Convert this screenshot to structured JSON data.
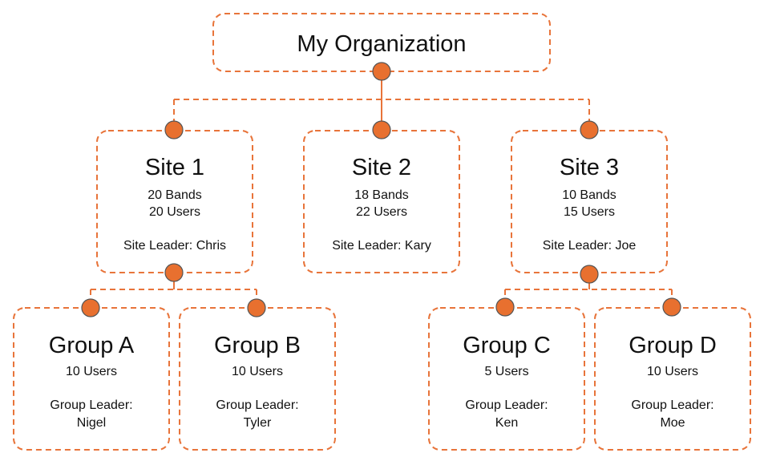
{
  "colors": {
    "accent": "#e8743a",
    "node_fill": "#e8702f",
    "node_stroke": "#555555",
    "connector": "#e8743a"
  },
  "organization": {
    "title": "My Organization"
  },
  "sites": [
    {
      "title": "Site 1",
      "bands": "20 Bands",
      "users": "20 Users",
      "leader": "Site Leader: Chris"
    },
    {
      "title": "Site 2",
      "bands": "18 Bands",
      "users": "22 Users",
      "leader": "Site Leader: Kary"
    },
    {
      "title": "Site 3",
      "bands": "10 Bands",
      "users": "15 Users",
      "leader": "Site Leader: Joe"
    }
  ],
  "groups": [
    {
      "title": "Group A",
      "users": "10 Users",
      "leader_label": "Group Leader:",
      "leader_name": "Nigel"
    },
    {
      "title": "Group B",
      "users": "10 Users",
      "leader_label": "Group Leader:",
      "leader_name": "Tyler"
    },
    {
      "title": "Group C",
      "users": "5 Users",
      "leader_label": "Group Leader:",
      "leader_name": "Ken"
    },
    {
      "title": "Group D",
      "users": "10 Users",
      "leader_label": "Group Leader:",
      "leader_name": "Moe"
    }
  ]
}
